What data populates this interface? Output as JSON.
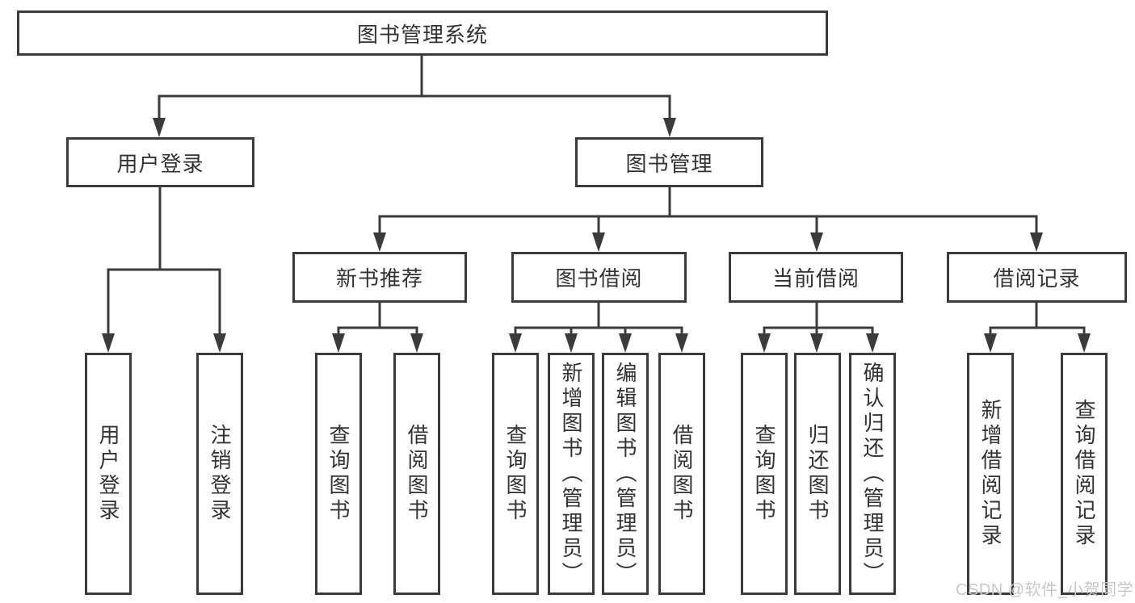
{
  "diagram": {
    "type": "hierarchy-tree",
    "root": {
      "label": "图书管理系统"
    },
    "level2": [
      {
        "label": "用户登录",
        "parent": "图书管理系统"
      },
      {
        "label": "图书管理",
        "parent": "图书管理系统"
      }
    ],
    "level3": [
      {
        "label": "新书推荐",
        "parent": "图书管理"
      },
      {
        "label": "图书借阅",
        "parent": "图书管理"
      },
      {
        "label": "当前借阅",
        "parent": "图书管理"
      },
      {
        "label": "借阅记录",
        "parent": "图书管理"
      }
    ],
    "level4": [
      {
        "label": "用户登录",
        "parent": "用户登录"
      },
      {
        "label": "注销登录",
        "parent": "用户登录"
      },
      {
        "label": "查询图书",
        "parent": "新书推荐"
      },
      {
        "label": "借阅图书",
        "parent": "新书推荐"
      },
      {
        "label": "查询图书",
        "parent": "图书借阅"
      },
      {
        "label": "新增图书（管理员）",
        "parent": "图书借阅"
      },
      {
        "label": "编辑图书（管理员）",
        "parent": "图书借阅"
      },
      {
        "label": "借阅图书",
        "parent": "图书借阅"
      },
      {
        "label": "查询图书",
        "parent": "当前借阅"
      },
      {
        "label": "归还图书",
        "parent": "当前借阅"
      },
      {
        "label": "确认归还（管理员）",
        "parent": "当前借阅"
      },
      {
        "label": "新增借阅记录",
        "parent": "借阅记录"
      },
      {
        "label": "查询借阅记录",
        "parent": "借阅记录"
      }
    ]
  },
  "watermark": {
    "text": "CSDN @软件_小贺同学"
  },
  "colors": {
    "line": "#3b3b3b",
    "box_border": "#3b3b3b",
    "text": "#333333",
    "background": "#ffffff",
    "watermark": "#c8c8c8"
  }
}
